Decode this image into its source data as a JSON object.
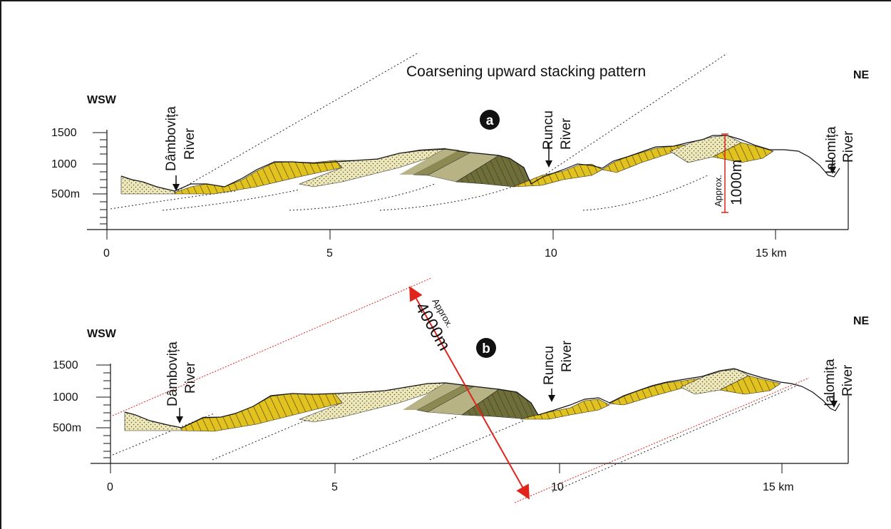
{
  "caption": "Coarsening upward stacking pattern",
  "panels": [
    {
      "id": "a",
      "letter": "a",
      "west_label": "WSW",
      "east_label": "NE",
      "elevation_ticks": [
        "1500",
        "1000",
        "500m"
      ],
      "distance_ticks": [
        "0",
        "5",
        "10",
        "15 km"
      ],
      "rivers": [
        {
          "line1": "Dâmbovița",
          "line2": "River"
        },
        {
          "line1": "Runcu",
          "line2": "River"
        },
        {
          "line1": "Ialomița",
          "line2": "River"
        }
      ],
      "measure_small": "Approx.",
      "measure_big": "1000m"
    },
    {
      "id": "b",
      "letter": "b",
      "west_label": "WSW",
      "east_label": "NE",
      "elevation_ticks": [
        "1500",
        "1000",
        "500m"
      ],
      "distance_ticks": [
        "0",
        "5",
        "10",
        "15 km"
      ],
      "rivers": [
        {
          "line1": "Dâmbovița",
          "line2": "River"
        },
        {
          "line1": "Runcu",
          "line2": "River"
        },
        {
          "line1": "Ialomița",
          "line2": "River"
        }
      ],
      "measure_small": "Approx.",
      "measure_big": "4000m"
    }
  ],
  "colors": {
    "light_sand": "#efe9b8",
    "yellow_layer": "#e1c21f",
    "olive_light": "#b7b385",
    "olive_dark": "#6e6e3a",
    "measure_red": "#e0241b"
  }
}
